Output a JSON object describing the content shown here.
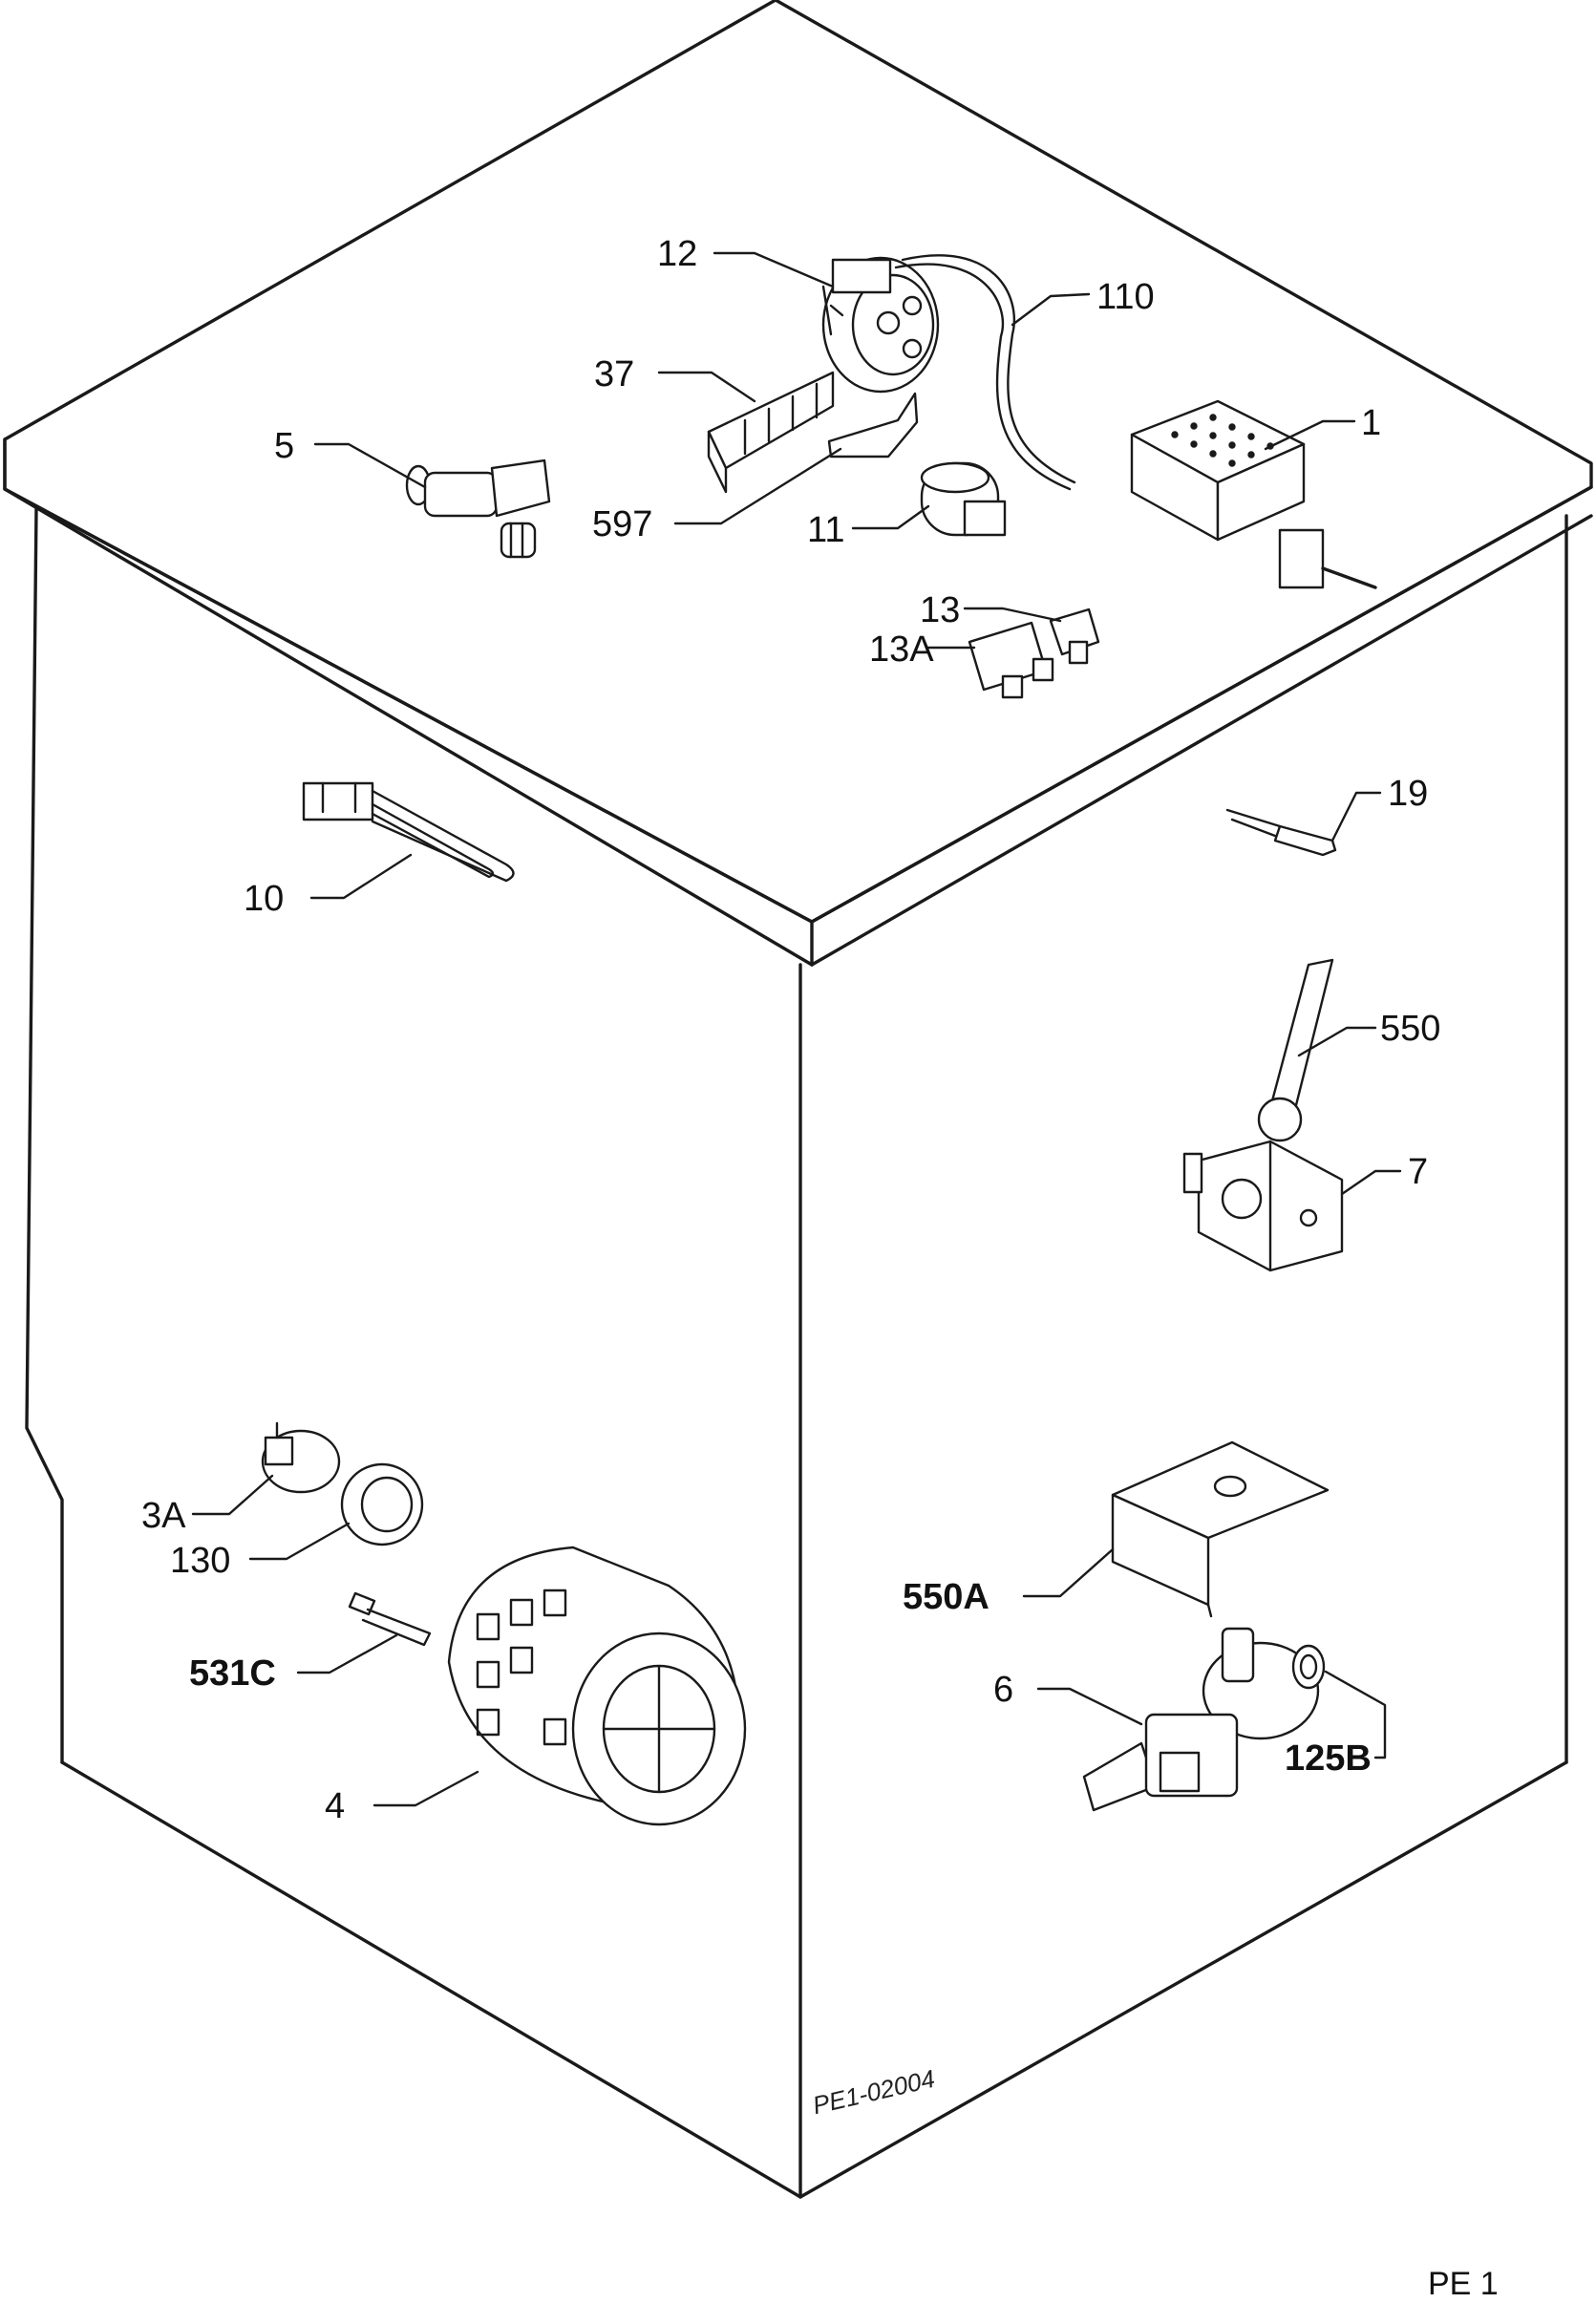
{
  "diagram": {
    "labels": {
      "p12": "12",
      "p110": "110",
      "p37": "37",
      "p5": "5",
      "p1": "1",
      "p597": "597",
      "p11": "11",
      "p13": "13",
      "p13a": "13A",
      "p19": "19",
      "p10": "10",
      "p550": "550",
      "p7": "7",
      "p3a": "3A",
      "p130": "130",
      "p531c": "531C",
      "p550a": "550A",
      "p6": "6",
      "p125b": "125B",
      "p4": "4"
    },
    "drawing_code": "PE1-02004",
    "page_ref": "PE 1"
  }
}
